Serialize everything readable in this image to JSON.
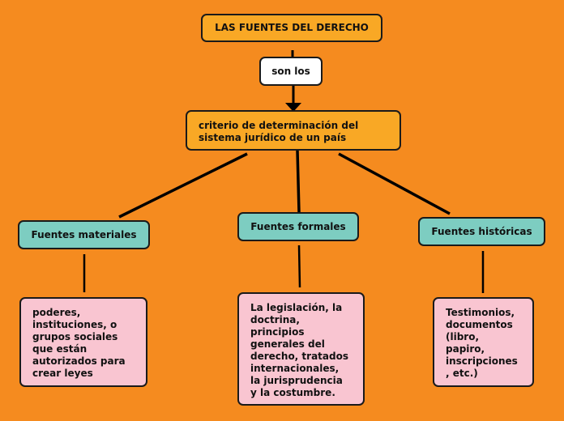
{
  "title": "LAS FUENTES DEL DERECHO",
  "connector_label": "son los",
  "main_concept": "criterio de determinación del\nsistema jurídico de un país",
  "categories": [
    {
      "label": "Fuentes materiales",
      "description": "poderes,\ninstituciones, o\ngrupos sociales\nque están\nautorizados para\ncrear leyes"
    },
    {
      "label": "Fuentes formales",
      "description": "La legislación, la\ndoctrina,\nprincipios\ngenerales del\nderecho, tratados\ninternacionales,\nla jurisprudencia\ny la costumbre."
    },
    {
      "label": "Fuentes históricas",
      "description": "Testimonios,\ndocumentos\n(libro,\npapiro,\ninscripciones\n, etc.)"
    }
  ],
  "colors": {
    "background": "#F58B1F",
    "root_fill": "#F9A825",
    "category_fill": "#7DCDC1",
    "description_fill": "#F9C5D1",
    "link_fill": "#FFFFFF"
  }
}
